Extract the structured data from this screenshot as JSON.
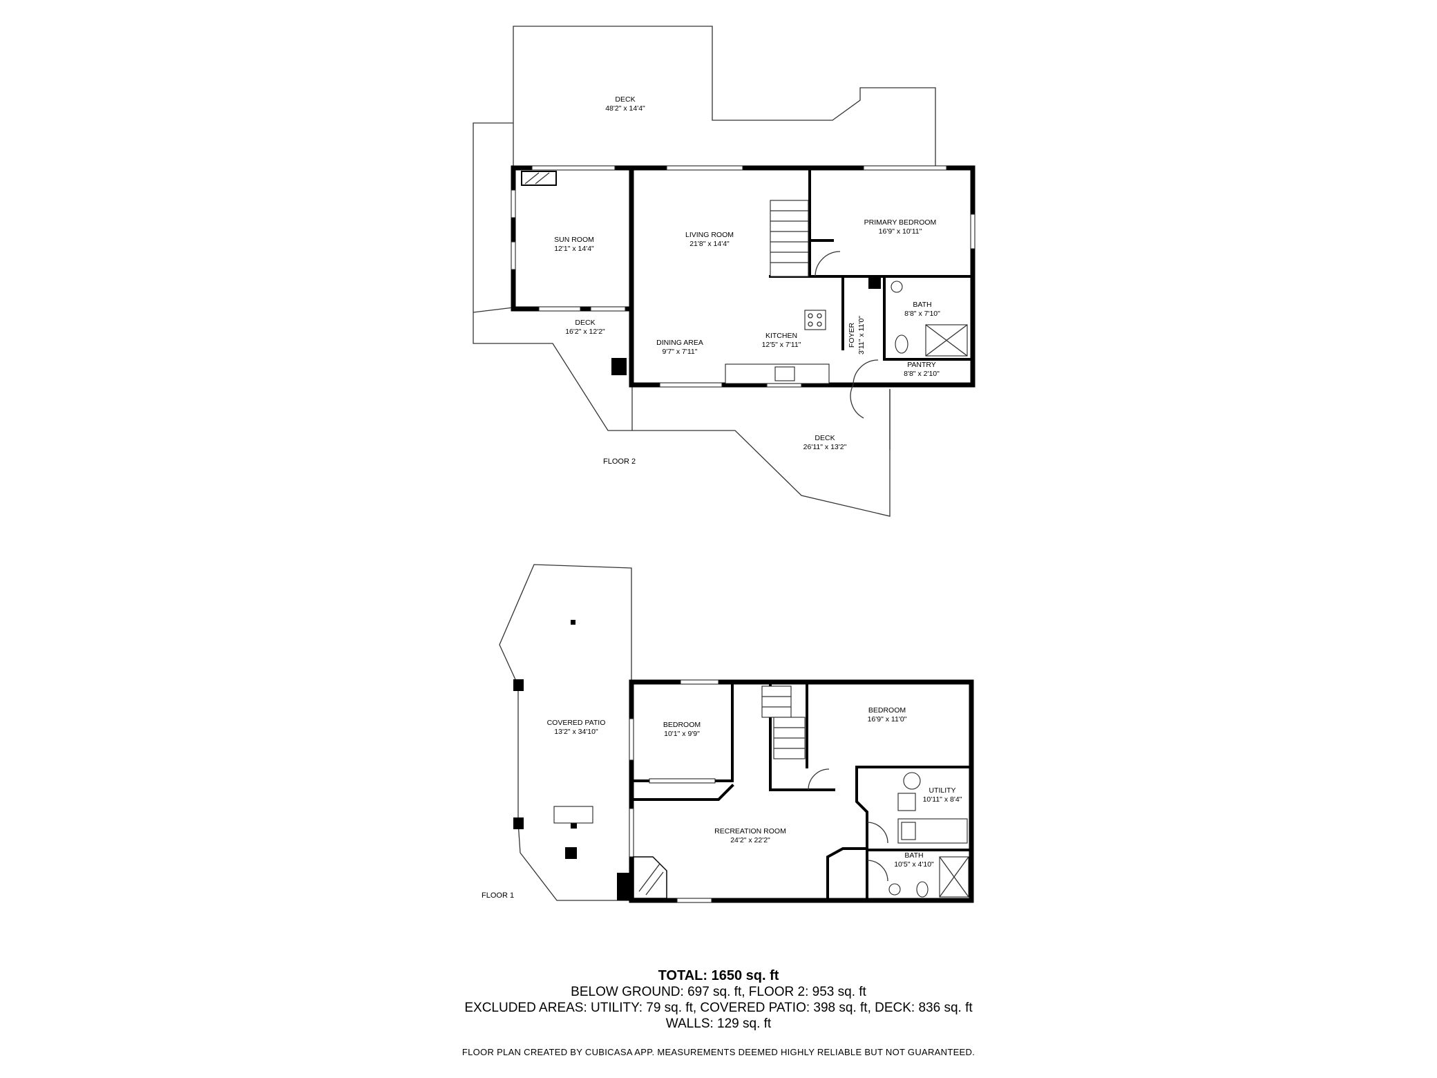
{
  "floors": [
    {
      "name": "FLOOR 2",
      "rooms": [
        {
          "id": "deck-top",
          "name": "DECK",
          "size": "48'2\" x 14'4\""
        },
        {
          "id": "sun-room",
          "name": "SUN ROOM",
          "size": "12'1\" x 14'4\""
        },
        {
          "id": "living-room",
          "name": "LIVING ROOM",
          "size": "21'8\" x 14'4\""
        },
        {
          "id": "primary-bedroom",
          "name": "PRIMARY BEDROOM",
          "size": "16'9\" x 10'11\""
        },
        {
          "id": "bath-upper",
          "name": "BATH",
          "size": "8'8\" x 7'10\""
        },
        {
          "id": "deck-left",
          "name": "DECK",
          "size": "16'2\" x 12'2\""
        },
        {
          "id": "dining-area",
          "name": "DINING AREA",
          "size": "9'7\" x 7'11\""
        },
        {
          "id": "kitchen",
          "name": "KITCHEN",
          "size": "12'5\" x 7'11\""
        },
        {
          "id": "foyer",
          "name": "FOYER",
          "size": "3'11\" x 11'0\""
        },
        {
          "id": "pantry",
          "name": "PANTRY",
          "size": "8'8\" x 2'10\""
        },
        {
          "id": "deck-bottom",
          "name": "DECK",
          "size": "26'11\" x 13'2\""
        }
      ]
    },
    {
      "name": "FLOOR 1",
      "rooms": [
        {
          "id": "covered-patio",
          "name": "COVERED PATIO",
          "size": "13'2\" x 34'10\""
        },
        {
          "id": "bedroom-small",
          "name": "BEDROOM",
          "size": "10'1\" x 9'9\""
        },
        {
          "id": "bedroom-large",
          "name": "BEDROOM",
          "size": "16'9\" x 11'0\""
        },
        {
          "id": "utility",
          "name": "UTILITY",
          "size": "10'11\" x 8'4\""
        },
        {
          "id": "recreation-room",
          "name": "RECREATION ROOM",
          "size": "24'2\" x 22'2\""
        },
        {
          "id": "bath-lower",
          "name": "BATH",
          "size": "10'5\" x 4'10\""
        }
      ]
    }
  ],
  "totals": {
    "total": "TOTAL: 1650 sq. ft",
    "line2": "BELOW GROUND: 697 sq. ft, FLOOR 2: 953 sq. ft",
    "line3": "EXCLUDED AREAS: UTILITY: 79 sq. ft, COVERED PATIO: 398 sq. ft, DECK: 836 sq. ft",
    "line4": "WALLS: 129 sq. ft"
  },
  "disclaimer": "FLOOR PLAN CREATED BY CUBICASA APP. MEASUREMENTS DEEMED HIGHLY RELIABLE BUT NOT GUARANTEED."
}
